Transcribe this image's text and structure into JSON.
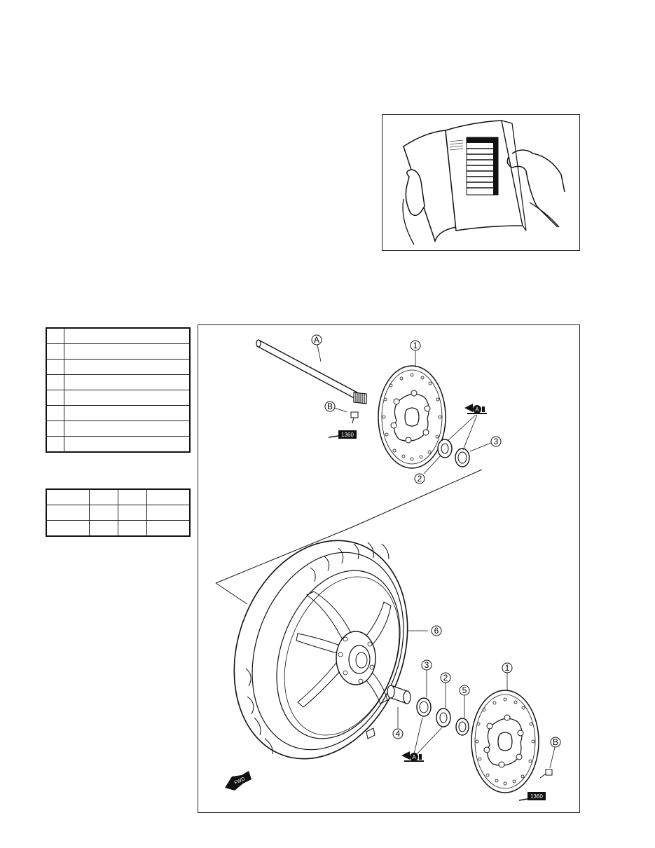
{
  "exploded_view": {
    "callouts": {
      "axle": "A",
      "bolt": "B",
      "disc": "1",
      "seal": "2",
      "bearing": "3",
      "spacer": "4",
      "collar": "5",
      "wheel": "6"
    },
    "thread_lock_code": "1360",
    "grease_code": "A",
    "forward_label": "FWD"
  },
  "parts_table": {
    "row_count": 8
  },
  "spec_table": {
    "rows": 3,
    "cols": 4
  }
}
